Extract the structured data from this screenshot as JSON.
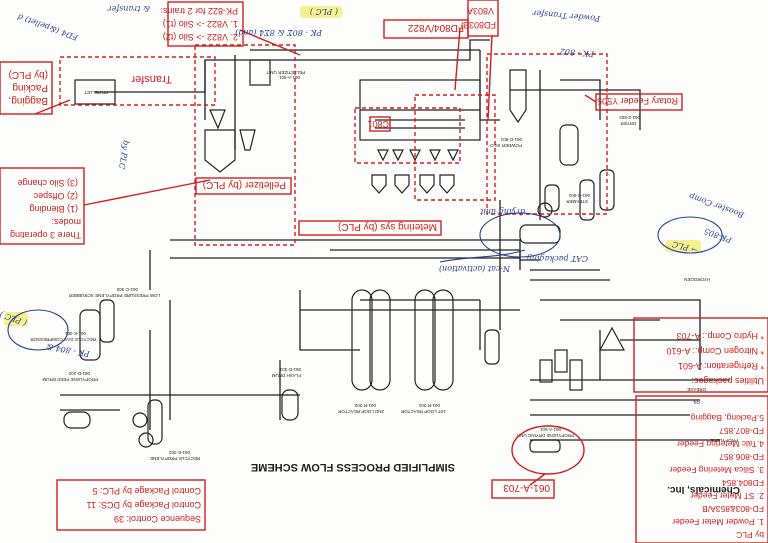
{
  "colors": {
    "annotation_red": "#d21e1e",
    "handwriting_blue": "#2a3f8f",
    "highlight_yellow": "#f2ee7a",
    "drawing_black": "#222222"
  },
  "red_annotations": {
    "bagging": [
      "Bagging,",
      "Packing",
      "(by PLC)"
    ],
    "transfer": "Transfer",
    "silo": [
      "2. V822 -> Silo (t2)",
      "1. V822 -> Silo (t1)",
      "PK-822 for 2 trains:"
    ],
    "fd804": "FD804/V822",
    "fd803b": [
      "FD803B/",
      "V803A"
    ],
    "c801": "C801",
    "rotary_feeder": "Rotary Feeder Y505",
    "pelletizer": "Pelletizer (by PLC)",
    "metering": "Metering sys (by PLC)",
    "modes": [
      "There 3 operating",
      "modes:",
      "(1) Blending",
      "(2) Offspec",
      "(3) Silo change"
    ],
    "utilities": [
      "Utilities packages:",
      "* Refrigeration: A-601",
      "* Nitrogen Comp.: A-610",
      "* Hydro Comp.: A-703"
    ],
    "a703": "061-A-703",
    "control": [
      "Sequence Control: 39",
      "Control Package by DCS: 11",
      "Control Package by PLC: 5"
    ],
    "plc_list": [
      "by PLC",
      "1. Powder Meter Feeder",
      "FD-803&853A/B",
      "2. ST Meter Feeder",
      "FD804.854",
      "3. Silica Metering Feeder",
      "FD-806.857",
      "4.Talc Metering Feeder",
      "FD-807.857",
      "5.Packing, Bagging"
    ]
  },
  "handwriting": {
    "top_left": [
      "& transfer",
      "FD4 (&pellet) d"
    ],
    "plc_top": "( PLC )",
    "plc_side": "( PLC )",
    "plc_right": "→ PLC",
    "by_plc": "by PLC",
    "pk_bottom": "PK - 804 &",
    "pk_803": "PK - 80Σ & 8Σ4 (and)",
    "powder_transfer": "Powder Transfer",
    "pk_802": "PK - 802",
    "pk_805": "PK-805",
    "booster": "Booster Comp",
    "drying": "drying unit",
    "cat": "CAT packaging",
    "n_cat": "N-cat (activation)"
  },
  "diagram": {
    "title": "SIMPLIFIED PROCESS FLOW SCHEME",
    "company": "Chemicals, Inc.",
    "pp_pellet": "PP PELLET",
    "hydrogen": "HYDROGEN",
    "propylene": "PROPYLENE",
    "oil": "OIL",
    "grease": "GREASE",
    "units": {
      "pelletizer": [
        "061-A-801",
        "PELLETIZER UNIT"
      ],
      "powder_silo": [
        "061-D-801",
        "POWDER SILO"
      ],
      "dryer": [
        "061-Z-502",
        "DRYER"
      ],
      "loop1": [
        "061-R-201",
        "1ST LOOP REACTOR"
      ],
      "loop2": [
        "061-R-202",
        "2ND LOOP REACTOR"
      ],
      "flash_drum": [
        "061-D-301",
        "FLASH DRUM"
      ],
      "purge": [
        "061-D-501",
        "STEAMER"
      ],
      "dryer_unit": [
        "061-A-501",
        "PROPYLENE DRYING UNIT"
      ],
      "feed_drum": [
        "061-D-202",
        "PROPYLENE FEED DRUM"
      ],
      "recycle": [
        "061-E-302",
        "RECYCLE PROPYLENE"
      ],
      "scrubber": [
        "061-C-302",
        "LOW PRESSURE PROPYLENE SCRUBBER"
      ],
      "compressor": [
        "061-K-301",
        "RECYCLE GAS COMPRESSOR"
      ]
    }
  }
}
